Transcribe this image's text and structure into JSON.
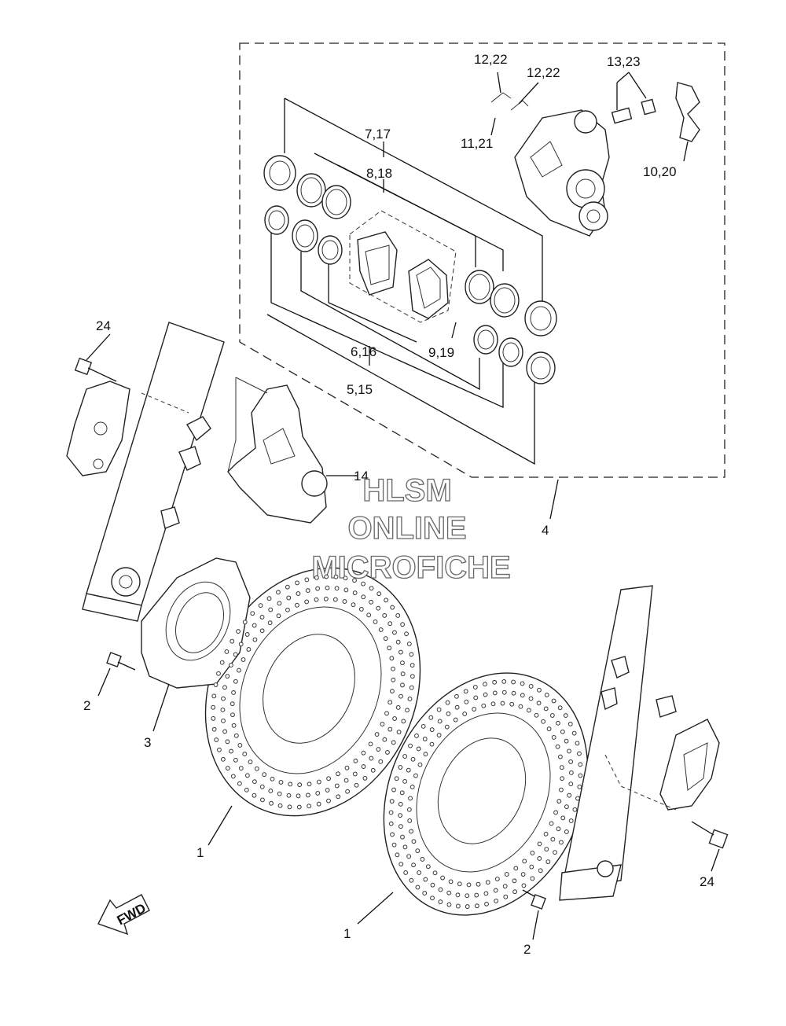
{
  "labels": {
    "p12_22a": "12,22",
    "p12_22b": "12,22",
    "p13_23": "13,23",
    "p7_17": "7,17",
    "p8_18": "8,18",
    "p11_21": "11,21",
    "p10_20": "10,20",
    "p6_16": "6,16",
    "p9_19": "9,19",
    "p5_15": "5,15",
    "p24a": "24",
    "p14": "14",
    "p4": "4",
    "p2a": "2",
    "p3": "3",
    "p1a": "1",
    "p1b": "1",
    "p2b": "2",
    "p24b": "24",
    "fwd": "FWD"
  },
  "watermark": {
    "line1": "HLSM",
    "line2": "ONLINE",
    "line3": "MICROFICHE"
  }
}
